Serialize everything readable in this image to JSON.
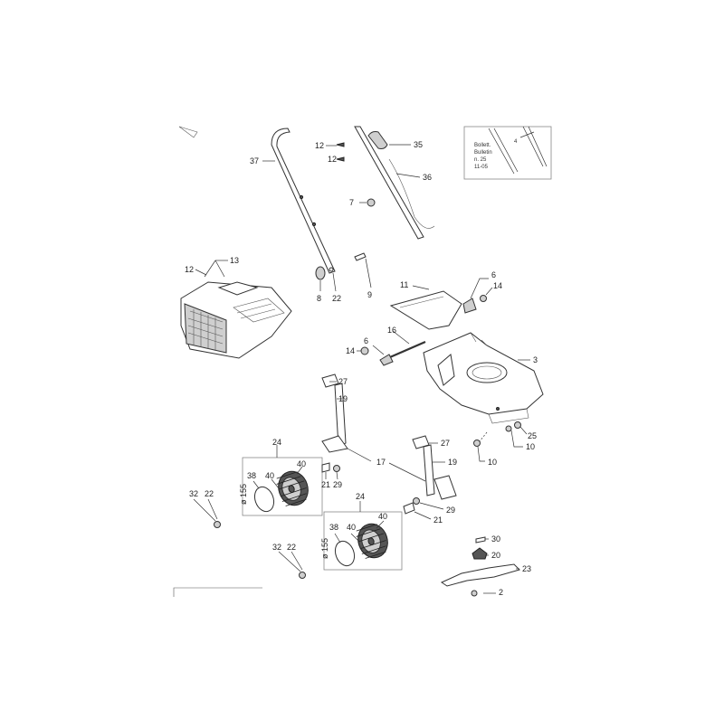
{
  "diagram": {
    "bulletin_lines": [
      "Bollett.",
      "Bulletin",
      "n. 25",
      "11-05"
    ],
    "bulletin_callout": "4",
    "wheel_size_text": "ø 155",
    "callouts": {
      "handle": "37",
      "screw_top": "12",
      "screw_top2": "12",
      "cable_clip": "35",
      "cable": "36",
      "knob_small": "7",
      "bag_screw": "12",
      "grass_bag": "13",
      "knob": "8",
      "washer": "22",
      "bolt": "9",
      "deflector": "11",
      "latch": "6",
      "latch_nut": "14",
      "rod": "16",
      "rod_latch": "6",
      "rod_nut": "14",
      "deck": "3",
      "bracket_left_top": "27",
      "bracket_left": "19",
      "nut_deck_a": "25",
      "nut_deck_b": "10",
      "nut_deck_c": "10",
      "wheel_group_left": "24",
      "hub_left": "38",
      "wheel_left": "40",
      "wheel_left_b": "40",
      "axle_left": "17",
      "bracket_right_top": "27",
      "bracket_right": "19",
      "bolt_left": "21",
      "bush_left": "29",
      "screw_left": "32",
      "washer_left": "22",
      "wheel_group_right": "24",
      "hub_right": "38",
      "wheel_right": "40",
      "wheel_right_b": "40",
      "bush_right": "29",
      "bolt_right": "21",
      "screw_right": "32",
      "washer_right": "22",
      "blade_screw": "30",
      "blade_adapter": "20",
      "blade": "23",
      "blade_bottom": "2"
    }
  }
}
